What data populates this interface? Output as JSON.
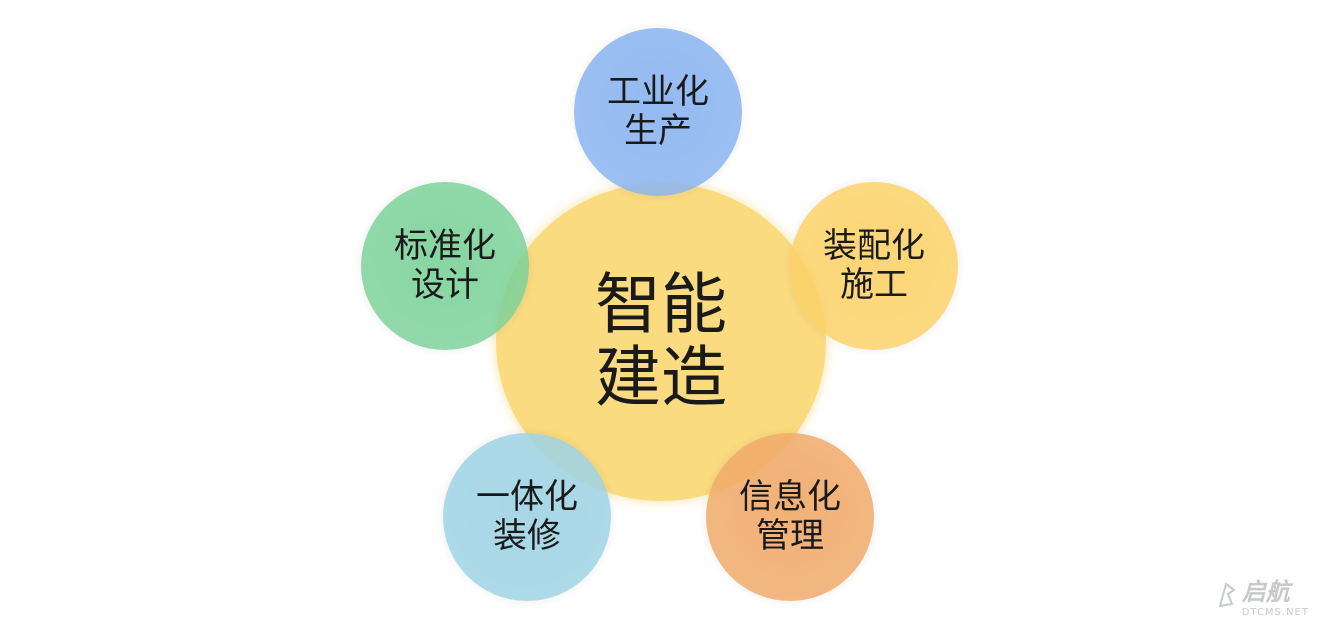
{
  "center": {
    "line1": "智能",
    "line2": "建造",
    "color": "#fbd978"
  },
  "nodes": {
    "top": {
      "line1": "工业化",
      "line2": "生产",
      "color": "#8ab4f0"
    },
    "left": {
      "line1": "标准化",
      "line2": "设计",
      "color": "#7dd29a"
    },
    "right": {
      "line1": "装配化",
      "line2": "施工",
      "color": "#fbd26a"
    },
    "bottom_left": {
      "line1": "一体化",
      "line2": "装修",
      "color": "#9fd3e4"
    },
    "bottom_right": {
      "line1": "信息化",
      "line2": "管理",
      "color": "#f0aa6a"
    }
  },
  "watermark": {
    "main": "启航",
    "sub": "DTCMS.NET",
    "icon": "sail-logo-icon"
  }
}
